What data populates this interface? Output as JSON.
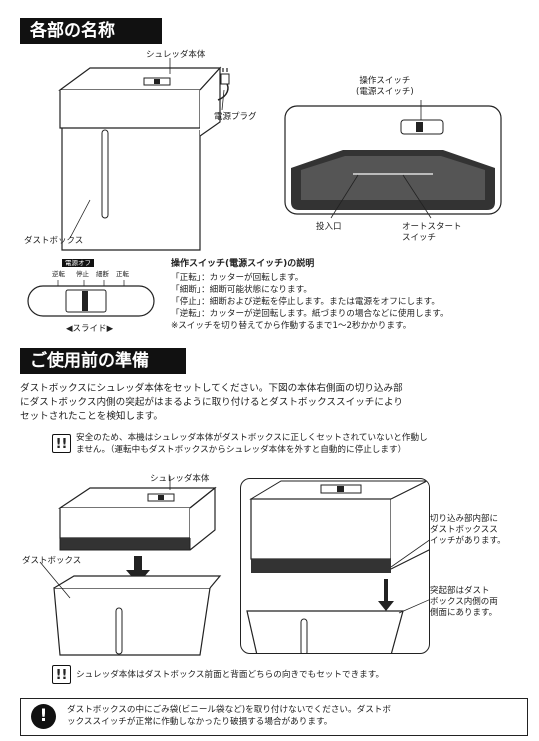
{
  "sections": {
    "names": {
      "title": "各部の名称"
    },
    "before_use": {
      "title": "ご使用前の準備"
    }
  },
  "labels": {
    "shredder_body": "シュレッダ本体",
    "power_plug": "電源プラグ",
    "dust_box": "ダストボックス",
    "switch_title_line1": "操作スイッチ",
    "switch_title_line2": "(電源スイッチ)",
    "inlet": "投入口",
    "auto_start_line1": "オートスタート",
    "auto_start_line2": "スイッチ"
  },
  "switch_diagram": {
    "badge": "電源オフ",
    "positions": [
      "逆転",
      "停止",
      "細断",
      "正転"
    ],
    "slide": "スライド"
  },
  "switch_desc": {
    "title": "操作スイッチ(電源スイッチ)の説明",
    "lines": [
      "「正転」：カッターが回転します。",
      "「細断」：細断可能状態になります。",
      "「停止」：細断および逆転を停止します。または電源をオフにします。",
      "「逆転」：カッターが逆回転します。紙づまりの場合などに使用します。",
      "※スイッチを切り替えてから作動するまで1〜2秒かかります。"
    ]
  },
  "prep": {
    "paragraph_lines": [
      "ダストボックスにシュレッダ本体をセットしてください。下図の本体右側面の切り込み部",
      "にダストボックス内側の突起がはまるように取り付けるとダストボックススイッチにより",
      "セットされたことを検知します。"
    ],
    "caution1_lines": [
      "安全のため、本機はシュレッダ本体がダストボックスに正しくセットされていないと作動し",
      "ません。（運転中もダストボックスからシュレッダ本体を外すと自動的に停止します）"
    ],
    "diagram_labels": {
      "shredder_body": "シュレッダ本体",
      "dust_box": "ダストボックス",
      "notch_lines": [
        "切り込み部内部に",
        "ダストボックスス",
        "イッチがあります。"
      ],
      "protrusion_lines": [
        "突起部はダスト",
        "ボックス内側の両",
        "側面にあります。"
      ]
    },
    "caution2": "シュレッダ本体はダストボックス前面と背面どちらの向きでもセットできます。",
    "warning_lines": [
      "ダストボックスの中にごみ袋(ビニール袋など)を取り付けないでください。ダストボ",
      "ックススイッチが正常に作動しなかったり破損する場合があります。"
    ]
  },
  "icons": {
    "caution": "exclamation-double-icon",
    "warning": "warning-circle-icon"
  }
}
